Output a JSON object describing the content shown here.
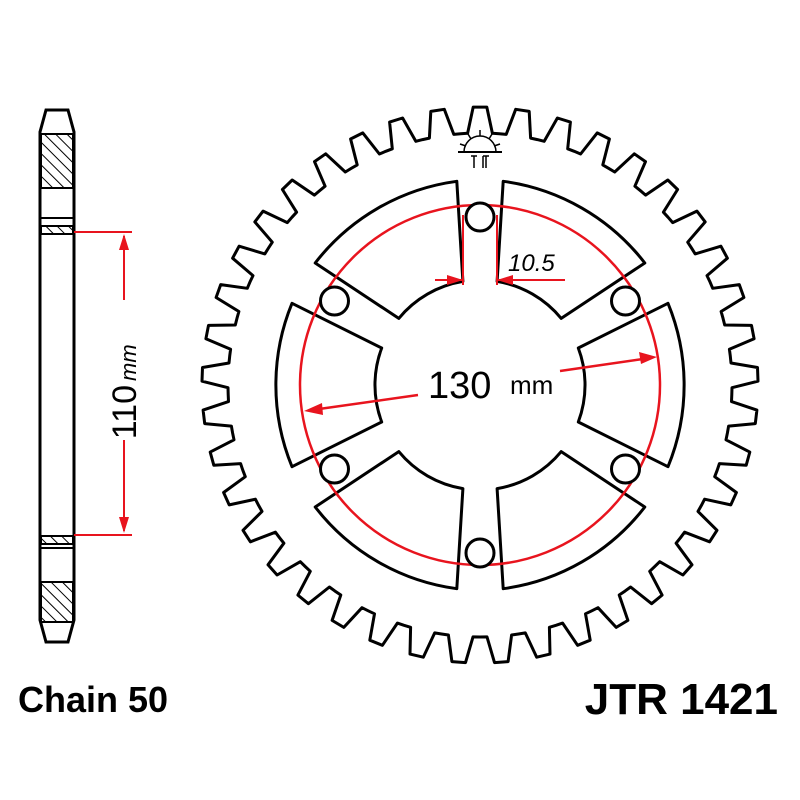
{
  "part_number": "JTR 1421",
  "chain_label": "Chain 50",
  "dimensions": {
    "hub_width": {
      "value": "110",
      "unit": "mm"
    },
    "pcd": {
      "value": "130",
      "unit": "mm"
    },
    "bolt_hole": {
      "value": "10.5"
    }
  },
  "sprocket": {
    "teeth": 41,
    "bolt_holes": 6
  },
  "colors": {
    "outline": "#000000",
    "dimension": "#e8141e",
    "hatch": "#000000"
  },
  "icons": {
    "logo": "jt-sprocket-logo"
  }
}
